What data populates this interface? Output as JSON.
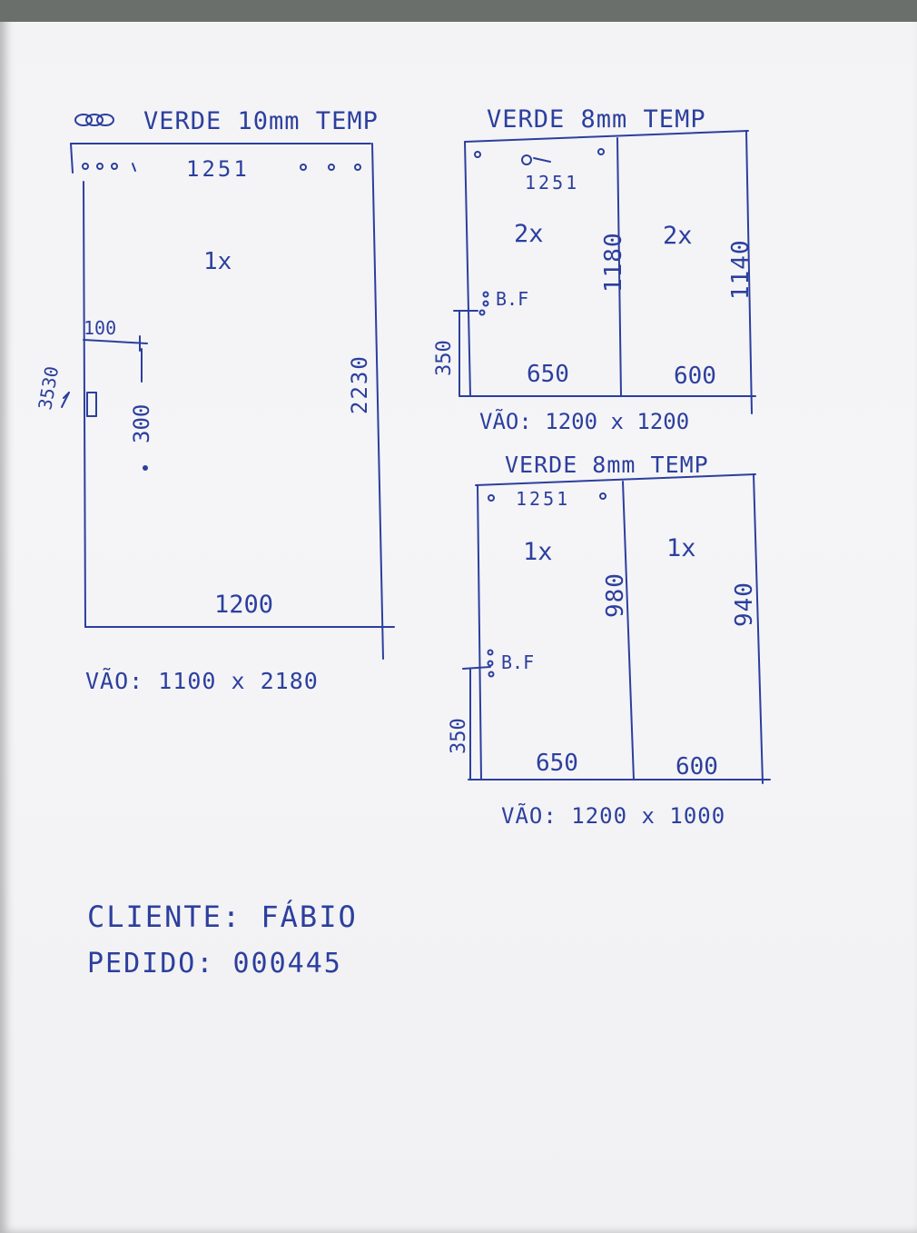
{
  "sheet": {
    "panel_a": {
      "header": "VERDE 10mm TEMP",
      "hardware_code": "1251",
      "quantity": "1x",
      "dim_offset_top": "100",
      "dim_total_left": "3530",
      "dim_handle_height": "300",
      "dim_height": "2230",
      "dim_width": "1200",
      "vao": "VÃO: 1100 x 2180"
    },
    "panel_b": {
      "header": "VERDE 8mm TEMP",
      "hardware_code": "1251",
      "left_qty": "2x",
      "right_qty": "2x",
      "left_height": "1180",
      "right_height": "1140",
      "bf_label": "B.F",
      "left_side_dim": "350",
      "left_width": "650",
      "right_width": "600",
      "vao": "VÃO: 1200 x 1200"
    },
    "panel_c": {
      "header": "VERDE 8mm TEMP",
      "hardware_code": "1251",
      "left_qty": "1x",
      "right_qty": "1x",
      "left_height": "980",
      "right_height": "940",
      "bf_label": "B.F",
      "left_side_dim": "350",
      "left_width": "650",
      "right_width": "600",
      "vao": "VÃO: 1200 x 1000"
    },
    "client_line": "CLIENTE: FÁBIO",
    "order_line": "PEDIDO: 000445",
    "ink_color": "#2c3f9e"
  }
}
